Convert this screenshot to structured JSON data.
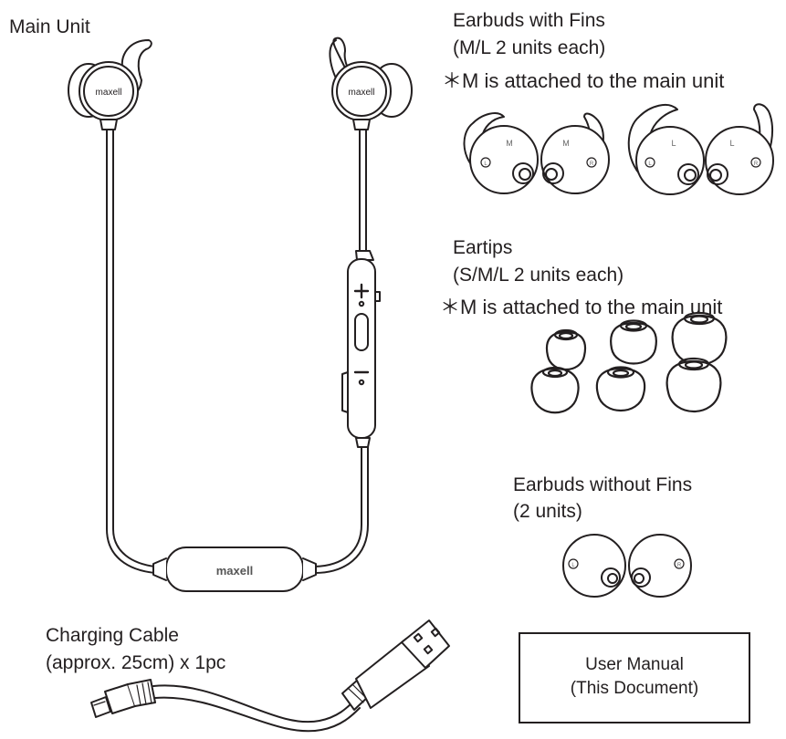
{
  "main_unit": {
    "label": "Main Unit",
    "brand": "maxell"
  },
  "earbuds_fins": {
    "title": "Earbuds with Fins",
    "qty": "(M/L 2 units each)",
    "note": "＊M is attached to the main unit",
    "size_marks": [
      "M",
      "M",
      "L",
      "L"
    ],
    "side_marks": [
      "L",
      "R",
      "L",
      "R"
    ]
  },
  "eartips": {
    "title": "Eartips",
    "qty": "(S/M/L 2 units each)",
    "note": "＊M is attached to the main unit"
  },
  "earbuds_nofins": {
    "title": "Earbuds without Fins",
    "qty": "(2 units)",
    "side_marks": [
      "L",
      "R"
    ]
  },
  "cable": {
    "title": "Charging Cable",
    "qty": "(approx. 25cm) x 1pc"
  },
  "manual": {
    "line1": "User Manual",
    "line2": "(This Document)"
  },
  "colors": {
    "ink": "#231f20",
    "fill": "#ffffff"
  }
}
